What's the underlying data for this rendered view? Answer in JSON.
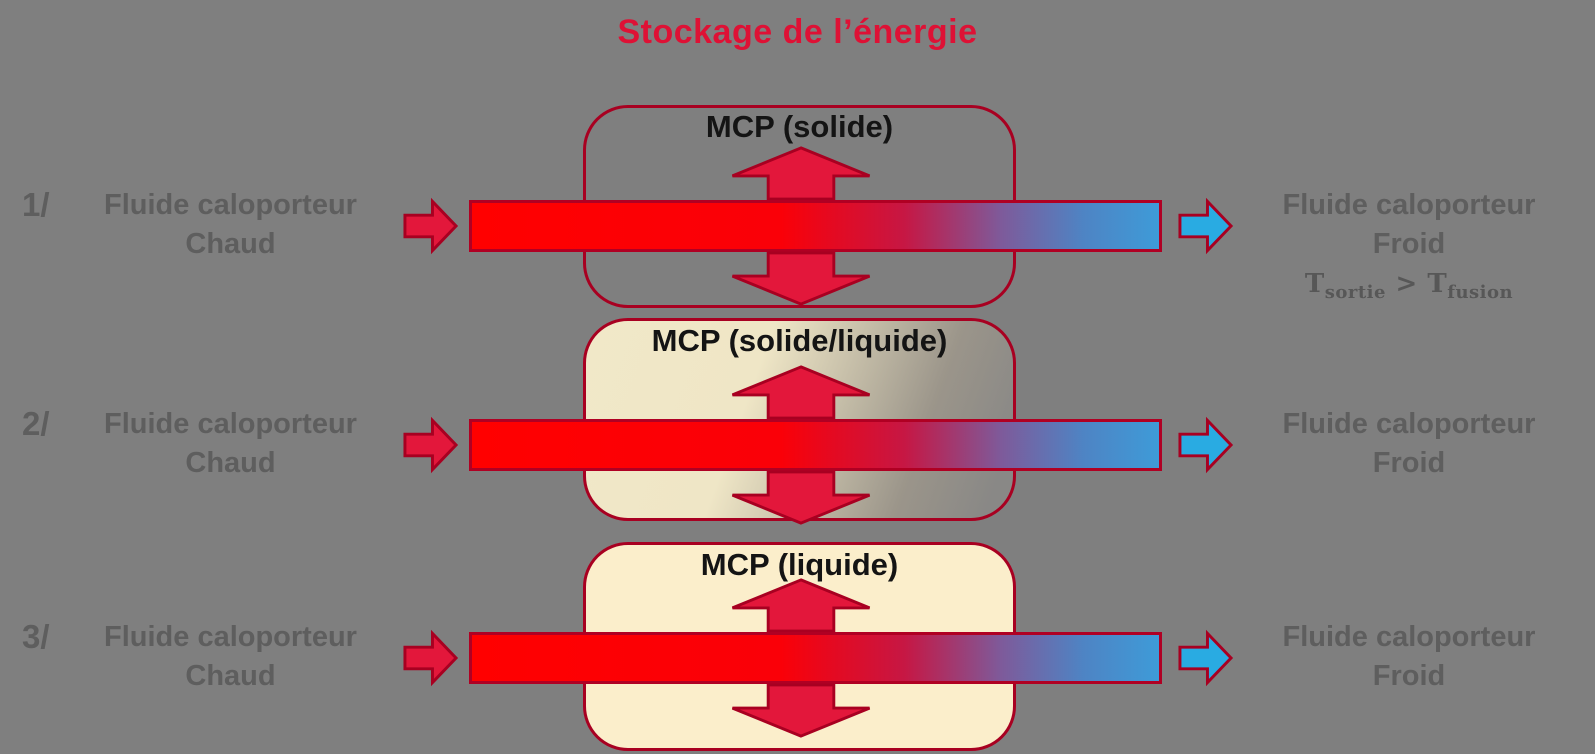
{
  "title": "Stockage de l’énergie",
  "colors": {
    "background": "#7F7F7F",
    "title_red": "#DE1135",
    "label_gray": "#5E5E5E",
    "border_dark_red": "#A80021",
    "arrow_red_fill": "#E3173B",
    "arrow_blue_fill": "#29ABE2",
    "bar_hot": "#FF0000",
    "bar_cold": "#3E9BD8",
    "mcp_cream": "#FBEECB"
  },
  "rows": [
    {
      "number": "1/",
      "left_line1": "Fluide caloporteur",
      "left_line2": "Chaud",
      "box_label": "MCP (solide)",
      "right_line1": "Fluide caloporteur",
      "right_line2": "Froid",
      "formula": {
        "t1": "T",
        "sub1": "sortie",
        "op": " > ",
        "t2": "T",
        "sub2": "fusion"
      }
    },
    {
      "number": "2/",
      "left_line1": "Fluide caloporteur",
      "left_line2": "Chaud",
      "box_label": "MCP (solide/liquide)",
      "right_line1": "Fluide caloporteur",
      "right_line2": "Froid"
    },
    {
      "number": "3/",
      "left_line1": "Fluide caloporteur",
      "left_line2": "Chaud",
      "box_label": "MCP (liquide)",
      "right_line1": "Fluide caloporteur",
      "right_line2": "Froid"
    }
  ]
}
